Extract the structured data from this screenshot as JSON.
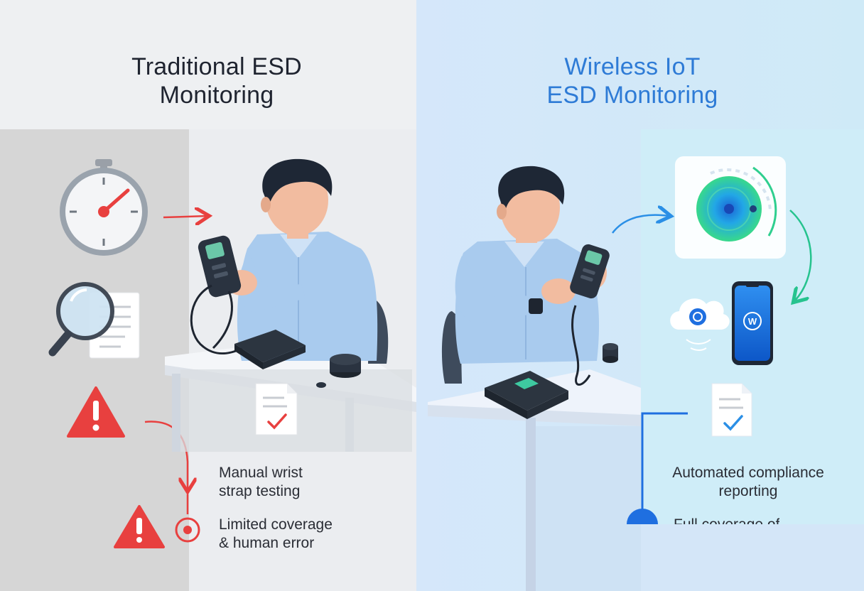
{
  "titles": {
    "traditional": "Traditional ESD\nMonitoring",
    "wireless": "Wireless IoT\nESD Monitoring"
  },
  "captions": {
    "manual_testing": "Manual wrist\nstrap testing",
    "limited_coverage": "Limited coverage\n& human error",
    "automated_reporting": "Automated compliance\nreporting",
    "full_coverage": "Full coverage of"
  },
  "icons": {
    "left": [
      "stopwatch-icon",
      "magnifier-document-icon",
      "warning-icon",
      "warning-icon",
      "alert-target-icon"
    ],
    "right": [
      "sensor-dashboard-icon",
      "cloud-icon",
      "smartphone-app-icon",
      "report-check-icon"
    ]
  },
  "colors": {
    "left_panel": "#eef0f2",
    "left_strip": "#d6d6d6",
    "right_panel": "#dceefb",
    "right_strip": "#cdeaf7",
    "alert_red": "#e8403f",
    "accent_blue": "#2e7bd6",
    "accent_green": "#2fcf8f",
    "shirt_blue": "#a9cbee",
    "hair": "#1e2735",
    "skin": "#f2bca0"
  },
  "phone_logo": "W"
}
